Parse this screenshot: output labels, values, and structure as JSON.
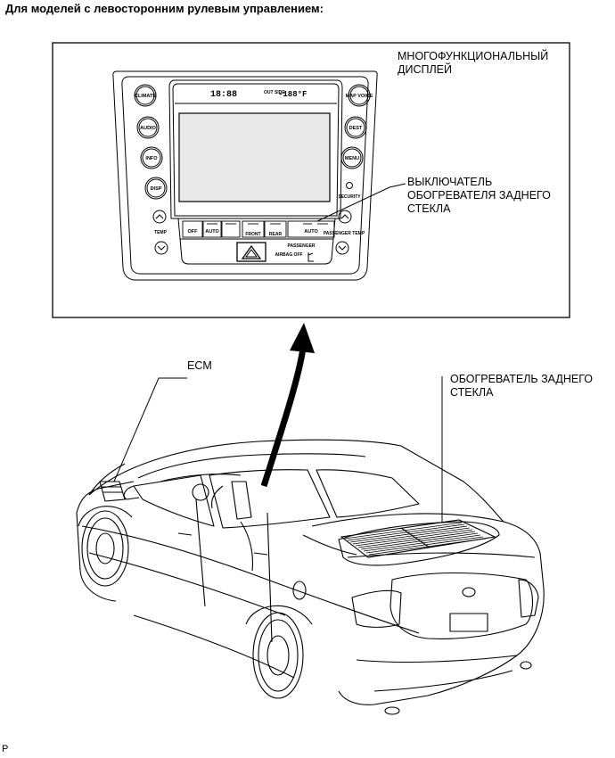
{
  "header": "Для моделей с левосторонним рулевым управлением:",
  "callouts": {
    "display": [
      "МНОГОФУНКЦИОНАЛЬНЫЙ",
      "ДИСПЛЕЙ"
    ],
    "switch": [
      "ВЫКЛЮЧАТЕЛЬ",
      "ОБОГРЕВАТЕЛЯ ЗАДНЕГО",
      "СТЕКЛА"
    ],
    "ecm": "ECM",
    "rear_heater": [
      "ОБОГРЕВАТЕЛЬ ЗАДНЕГО",
      "СТЕКЛА"
    ]
  },
  "panel": {
    "left_buttons": [
      "CLIMATE",
      "AUDIO",
      "INFO",
      "DISP"
    ],
    "right_buttons": [
      "MAP VOICE",
      "DEST",
      "MENU"
    ],
    "security": "SECURITY",
    "temp_left": "TEMP",
    "temp_right": "PASSENGER TEMP",
    "clock": "18:88",
    "outside_temp_label": "OUT SIDE",
    "outside_temp": "-188°F",
    "bottom_buttons": [
      "OFF",
      "AUTO",
      "FRONT",
      "REAR",
      "AUTO"
    ],
    "passenger": "PASSENGER",
    "airbag": "AIRBAG OFF"
  },
  "footer": "P",
  "colors": {
    "line": "#000000",
    "screen": "#e9e9e9",
    "hazard": "#000000"
  }
}
